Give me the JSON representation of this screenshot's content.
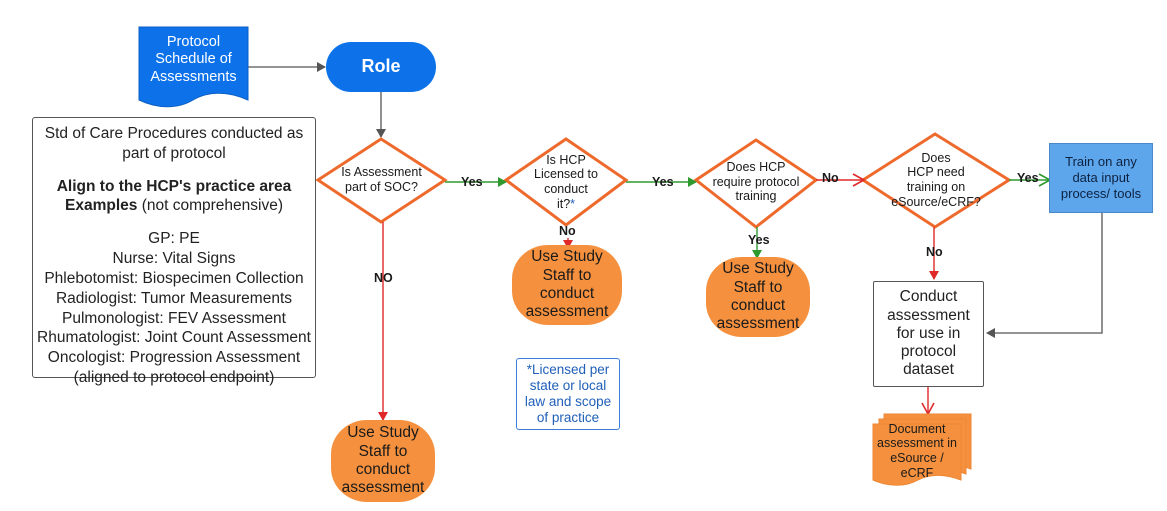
{
  "protocol": {
    "lines": [
      "Protocol",
      "Schedule of",
      "Assessments"
    ]
  },
  "role": {
    "label": "Role"
  },
  "info": {
    "line1": "Std of Care Procedures conducted as",
    "line2": "part of protocol",
    "align_bold": "Align to the HCP's practice area",
    "examples_bold": "Examples",
    "examples_rest": " (not comprehensive)",
    "items": [
      "GP: PE",
      "Nurse: Vital Signs",
      "Phlebotomist: Biospecimen Collection",
      "Radiologist:  Tumor Measurements",
      "Pulmonologist:  FEV Assessment",
      "Rhumatologist:  Joint Count Assessment",
      "Oncologist:  Progression Assessment",
      "(aligned to protocol endpoint)"
    ]
  },
  "decisions": {
    "d1": [
      "Is Assessment",
      "part of SOC?"
    ],
    "d2": [
      "Is HCP",
      "Licensed to",
      "conduct",
      "it?"
    ],
    "d2_asterisk": "*",
    "d3": [
      "Does HCP",
      "require protocol",
      "training"
    ],
    "d4": [
      "Does",
      "HCP need",
      "training on",
      "eSource/eCRF?"
    ]
  },
  "terminals": {
    "use_study_staff": [
      "Use Study",
      "Staff to",
      "conduct",
      "assessment"
    ]
  },
  "note": {
    "lines": [
      "*Licensed per",
      "state or local",
      "law and scope",
      "of practice"
    ]
  },
  "train": {
    "lines": [
      "Train on any",
      "data input",
      "process/ tools"
    ]
  },
  "conduct": {
    "lines": [
      "Conduct",
      "assessment",
      "for use in",
      "protocol",
      "dataset"
    ]
  },
  "document": {
    "lines": [
      "Document",
      "assessment in",
      "eSource / eCRF"
    ]
  },
  "labels": {
    "yes": "Yes",
    "no": "No",
    "no_caps": "NO"
  },
  "colors": {
    "blue": "#0d72ea",
    "light_blue": "#5ea6ec",
    "orange": "#f5913e",
    "diamond_border": "#ee6a2c",
    "yes_arrow": "#2e9a2e",
    "no_arrow": "#e02828",
    "neutral_arrow": "#555555"
  }
}
